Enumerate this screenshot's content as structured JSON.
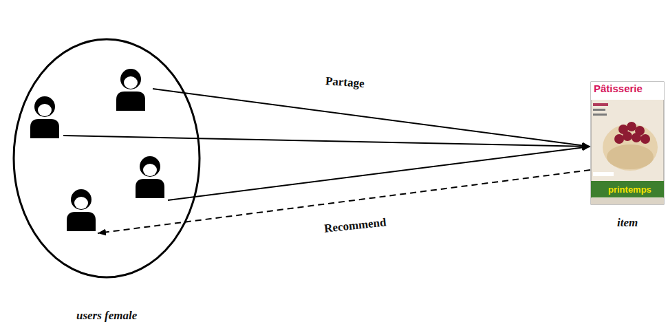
{
  "diagram": {
    "nodes": [
      {
        "text": [
          "users female"
        ]
      },
      {
        "text": [
          "item"
        ]
      }
    ],
    "edges": [
      {
        "from": 0,
        "to": 1,
        "arrow": "to",
        "label": "Partage"
      },
      {
        "from": 0,
        "to": 1,
        "arrow": "to"
      },
      {
        "from": 0,
        "to": 1,
        "arrow": "to"
      },
      {
        "from": 1,
        "to": 0,
        "arrow": "to",
        "label": "Recommend"
      }
    ],
    "labels": [
      "Pâtisserie",
      "printemps"
    ]
  }
}
